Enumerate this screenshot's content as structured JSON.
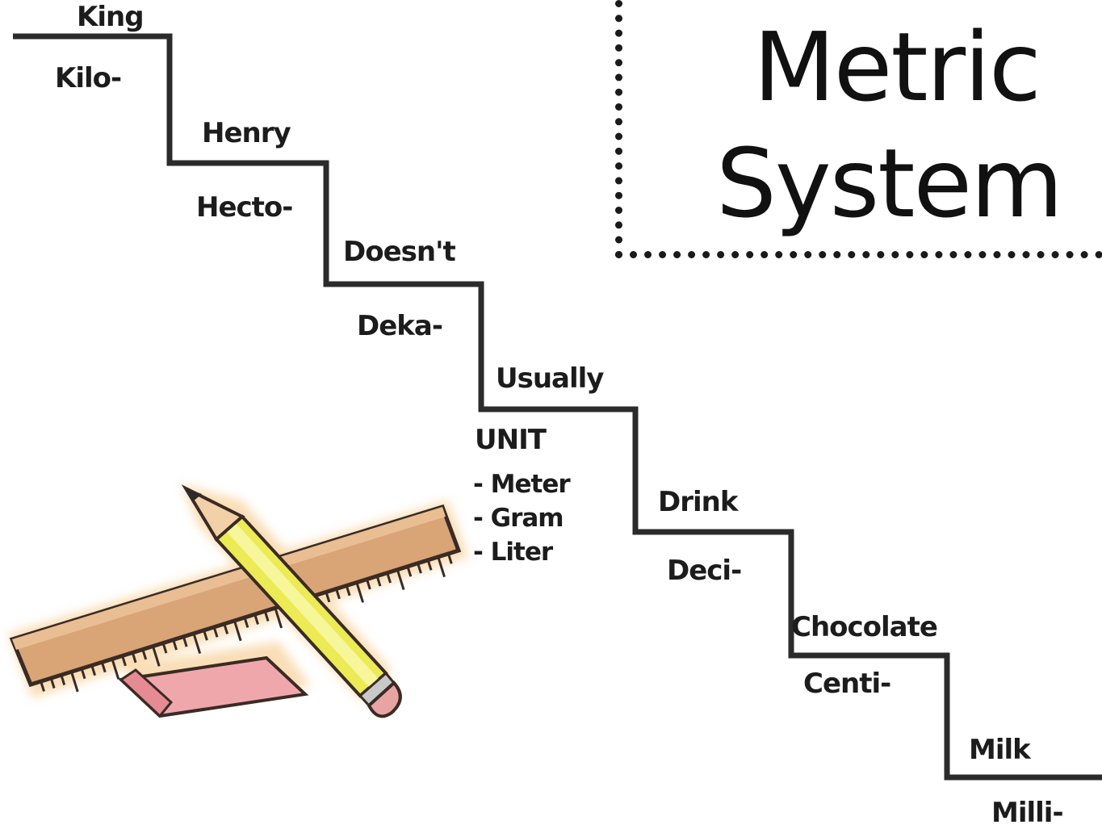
{
  "title": {
    "line1": "Metric",
    "line2": "System"
  },
  "steps": [
    {
      "mnemonic": "King",
      "prefix": "Kilo-"
    },
    {
      "mnemonic": "Henry",
      "prefix": "Hecto-"
    },
    {
      "mnemonic": "Doesn't",
      "prefix": "Deka-"
    },
    {
      "mnemonic": "Usually",
      "prefix": "UNIT"
    },
    {
      "mnemonic": "Drink",
      "prefix": "Deci-"
    },
    {
      "mnemonic": "Chocolate",
      "prefix": "Centi-"
    },
    {
      "mnemonic": "Milk",
      "prefix": "Milli-"
    }
  ],
  "units": [
    "- Meter",
    "- Gram",
    "- Liter"
  ],
  "clipart": {
    "icon": "ruler-pencil-eraser-icon"
  }
}
